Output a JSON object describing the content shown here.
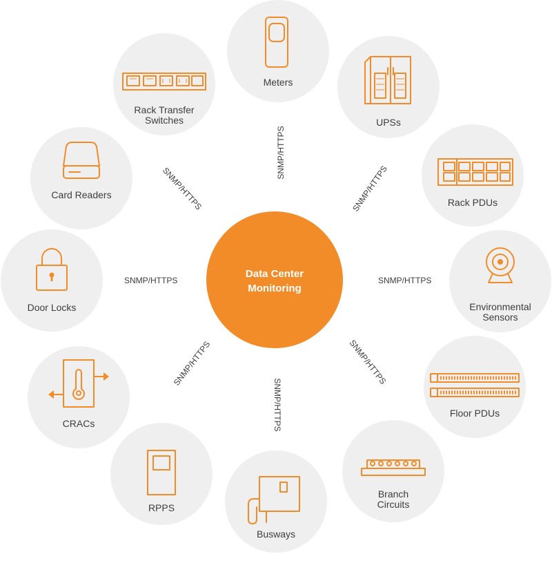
{
  "hub": {
    "title_line1": "Data Center",
    "title_line2": "Monitoring"
  },
  "accent_color": "#f28c28",
  "node_color": "#efefef",
  "protocol_label": "SNMP/HTTPS",
  "nodes": [
    {
      "id": "meters",
      "label": "Meters",
      "icon": "meter-icon"
    },
    {
      "id": "ups",
      "label": "UPSs",
      "icon": "ups-cabinet-icon"
    },
    {
      "id": "rack-pdus",
      "label": "Rack PDUs",
      "icon": "rack-pdu-icon"
    },
    {
      "id": "environmental-sensors",
      "label": "Environmental",
      "label2": "Sensors",
      "icon": "camera-sensor-icon"
    },
    {
      "id": "floor-pdus",
      "label": "Floor PDUs",
      "icon": "floor-pdu-icon"
    },
    {
      "id": "branch-circuits",
      "label": "Branch",
      "label2": "Circuits",
      "icon": "branch-circuit-icon"
    },
    {
      "id": "busways",
      "label": "Busways",
      "icon": "busway-icon"
    },
    {
      "id": "rpps",
      "label": "RPPS",
      "icon": "rpp-panel-icon"
    },
    {
      "id": "cracs",
      "label": "CRACs",
      "icon": "thermometer-icon"
    },
    {
      "id": "door-locks",
      "label": "Door Locks",
      "icon": "lock-icon"
    },
    {
      "id": "card-readers",
      "label": "Card Readers",
      "icon": "card-reader-icon"
    },
    {
      "id": "rack-transfer-switches",
      "label": "Rack Transfer",
      "label2": "Switches",
      "icon": "outlet-strip-icon"
    }
  ]
}
